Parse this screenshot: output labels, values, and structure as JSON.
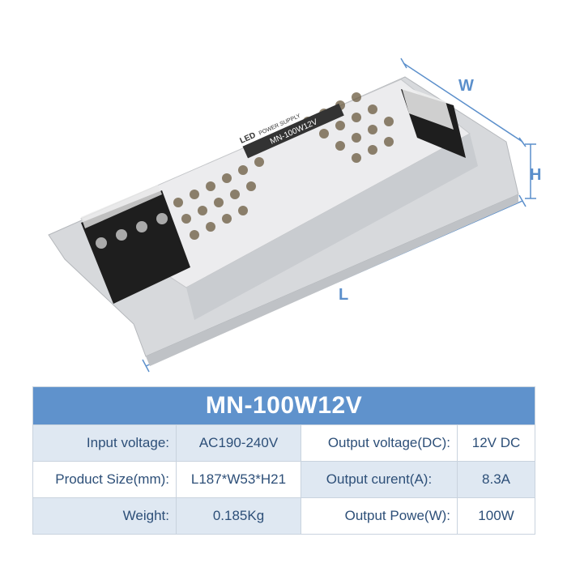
{
  "product_image": {
    "dimension_labels": {
      "width": "W",
      "height": "H",
      "length": "L"
    },
    "colors": {
      "dimension": "#5b8fcb",
      "casing": "#e4e5e7",
      "terminal": "#1e1e1e"
    },
    "label_logo": "LED",
    "label_title": "POWER SUPPLY",
    "label_model": "MN-100W12V"
  },
  "spec_table": {
    "title": "MN-100W12V",
    "header_color": "#5f92cc",
    "rows": [
      {
        "label1": "Input voltage:",
        "value1": "AC190-240V",
        "label2": "Output voltage(DC):",
        "value2": "12V DC"
      },
      {
        "label1": "Product Size(mm):",
        "value1": "L187*W53*H21",
        "label2": "Output curent(A):",
        "value2": "8.3A"
      },
      {
        "label1": "Weight:",
        "value1": "0.185Kg",
        "label2": "Output Powe(W):",
        "value2": "100W"
      }
    ]
  }
}
